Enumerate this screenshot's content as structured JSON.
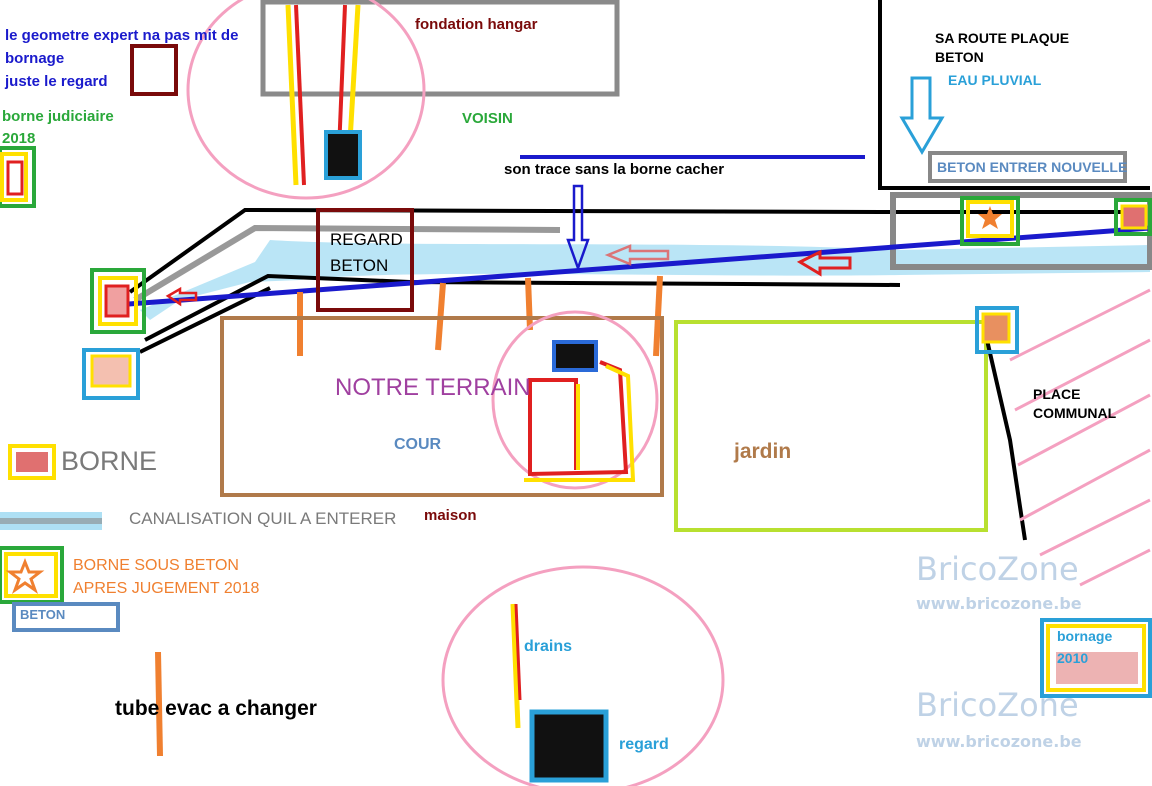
{
  "labels": {
    "geometre_line1": "le geometre expert na pas mit de",
    "geometre_line2": "bornage",
    "geometre_line3": "juste le regard",
    "borne_judiciaire_line1": "borne judiciaire",
    "borne_judiciaire_line2": "2018",
    "fondation_hangar": "fondation hangar",
    "voisin": "VOISIN",
    "route_line1": "SA ROUTE PLAQUE",
    "route_line2": "BETON",
    "eau_pluvial": "EAU PLUVIAL",
    "son_trace": "son trace sans la borne cacher",
    "beton_entrer": "BETON ENTRER NOUVELLE",
    "regard_line1": "REGARD",
    "regard_line2": "BETON",
    "notre_terrain": "NOTRE TERRAIN",
    "cour": "COUR",
    "jardin": "jardin",
    "place_line1": "PLACE",
    "place_line2": "COMMUNAL",
    "borne": "BORNE",
    "canalisation": "CANALISATION QUIL A ENTERER",
    "maison": "maison",
    "borne_sous_line1": "BORNE SOUS BETON",
    "borne_sous_line2": "APRES JUGEMENT 2018",
    "beton_legend": "BETON",
    "drains": "drains",
    "regard": "regard",
    "tube_evac": "tube evac a changer",
    "bornage_line1": "bornage",
    "bornage_line2": "2010"
  },
  "watermarks": [
    {
      "brand": "BricoZone",
      "url": "www.bricozone.be"
    },
    {
      "brand": "BricoZone",
      "url": "www.bricozone.be"
    }
  ],
  "colors": {
    "blue_text": "#1a1acc",
    "green_text": "#2aa83a",
    "dark_red_text": "#7a0a0a",
    "light_blue_text": "#2aa0d8",
    "purple_text": "#a040a0",
    "steel_blue_text": "#5a8ac0",
    "brown_text": "#b07a4a",
    "gray_text": "#7a7a7a",
    "orange_text": "#f08030",
    "watermark": "#bfd2e6"
  }
}
